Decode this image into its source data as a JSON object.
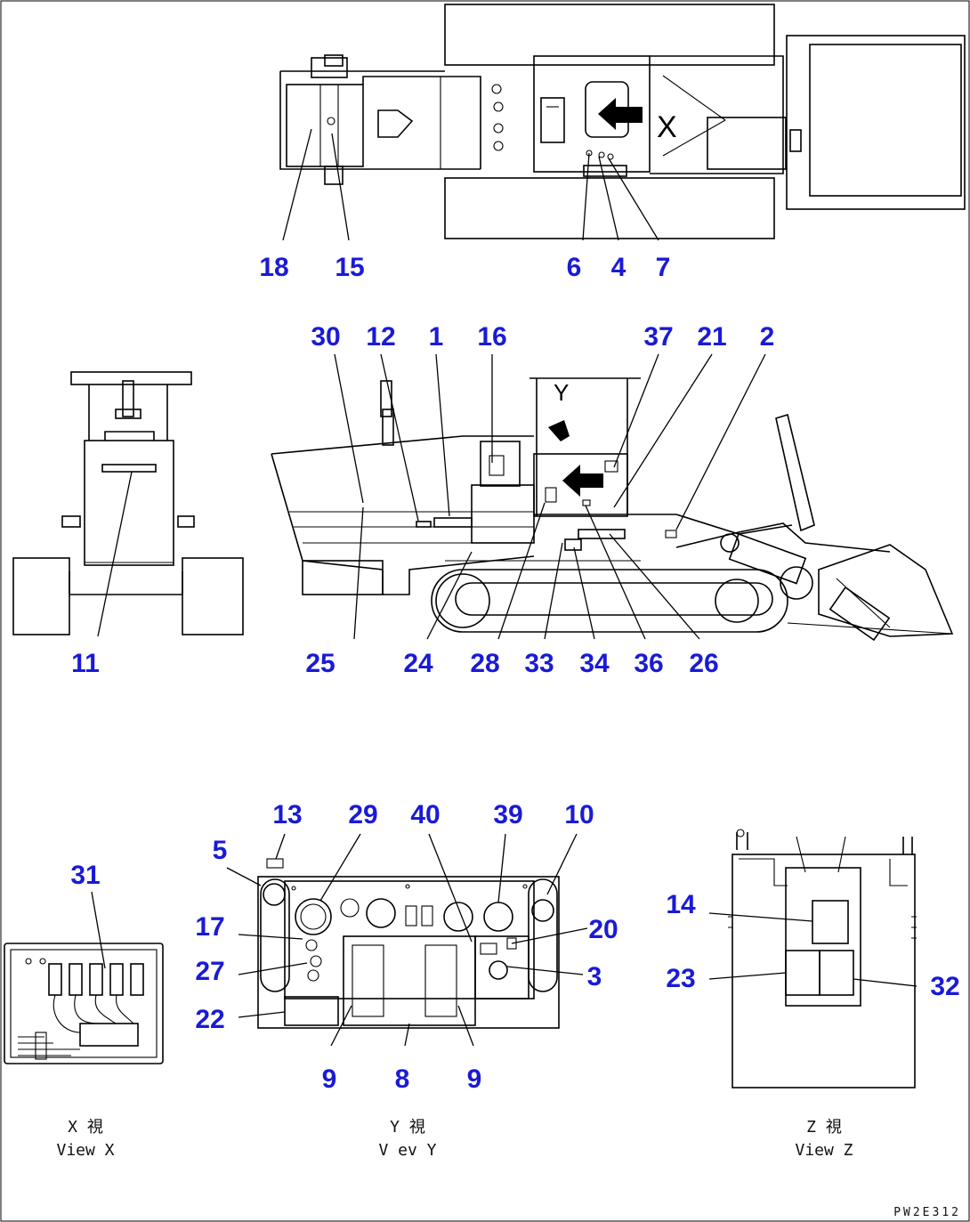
{
  "drawing_code": "PW2E312",
  "callouts": {
    "n1": "1",
    "n2": "2",
    "n3": "3",
    "n4": "4",
    "n5": "5",
    "n6": "6",
    "n7": "7",
    "n8": "8",
    "n9a": "9",
    "n9b": "9",
    "n10": "10",
    "n11": "11",
    "n12": "12",
    "n13": "13",
    "n14": "14",
    "n15": "15",
    "n16": "16",
    "n17": "17",
    "n18": "18",
    "n20": "20",
    "n21": "21",
    "n22": "22",
    "n23": "23",
    "n24": "24",
    "n25": "25",
    "n26": "26",
    "n27": "27",
    "n28": "28",
    "n29": "29",
    "n30": "30",
    "n31": "31",
    "n32": "32",
    "n33": "33",
    "n34": "34",
    "n36": "36",
    "n37": "37",
    "n39": "39",
    "n40": "40"
  },
  "views": {
    "x": {
      "jp": "X 視",
      "en": "View X"
    },
    "y": {
      "jp": "Y 視",
      "en": "V ev Y"
    },
    "z": {
      "jp": "Z 視",
      "en": "View Z"
    }
  },
  "cab_letters": {
    "x": "X",
    "y": "Y"
  }
}
